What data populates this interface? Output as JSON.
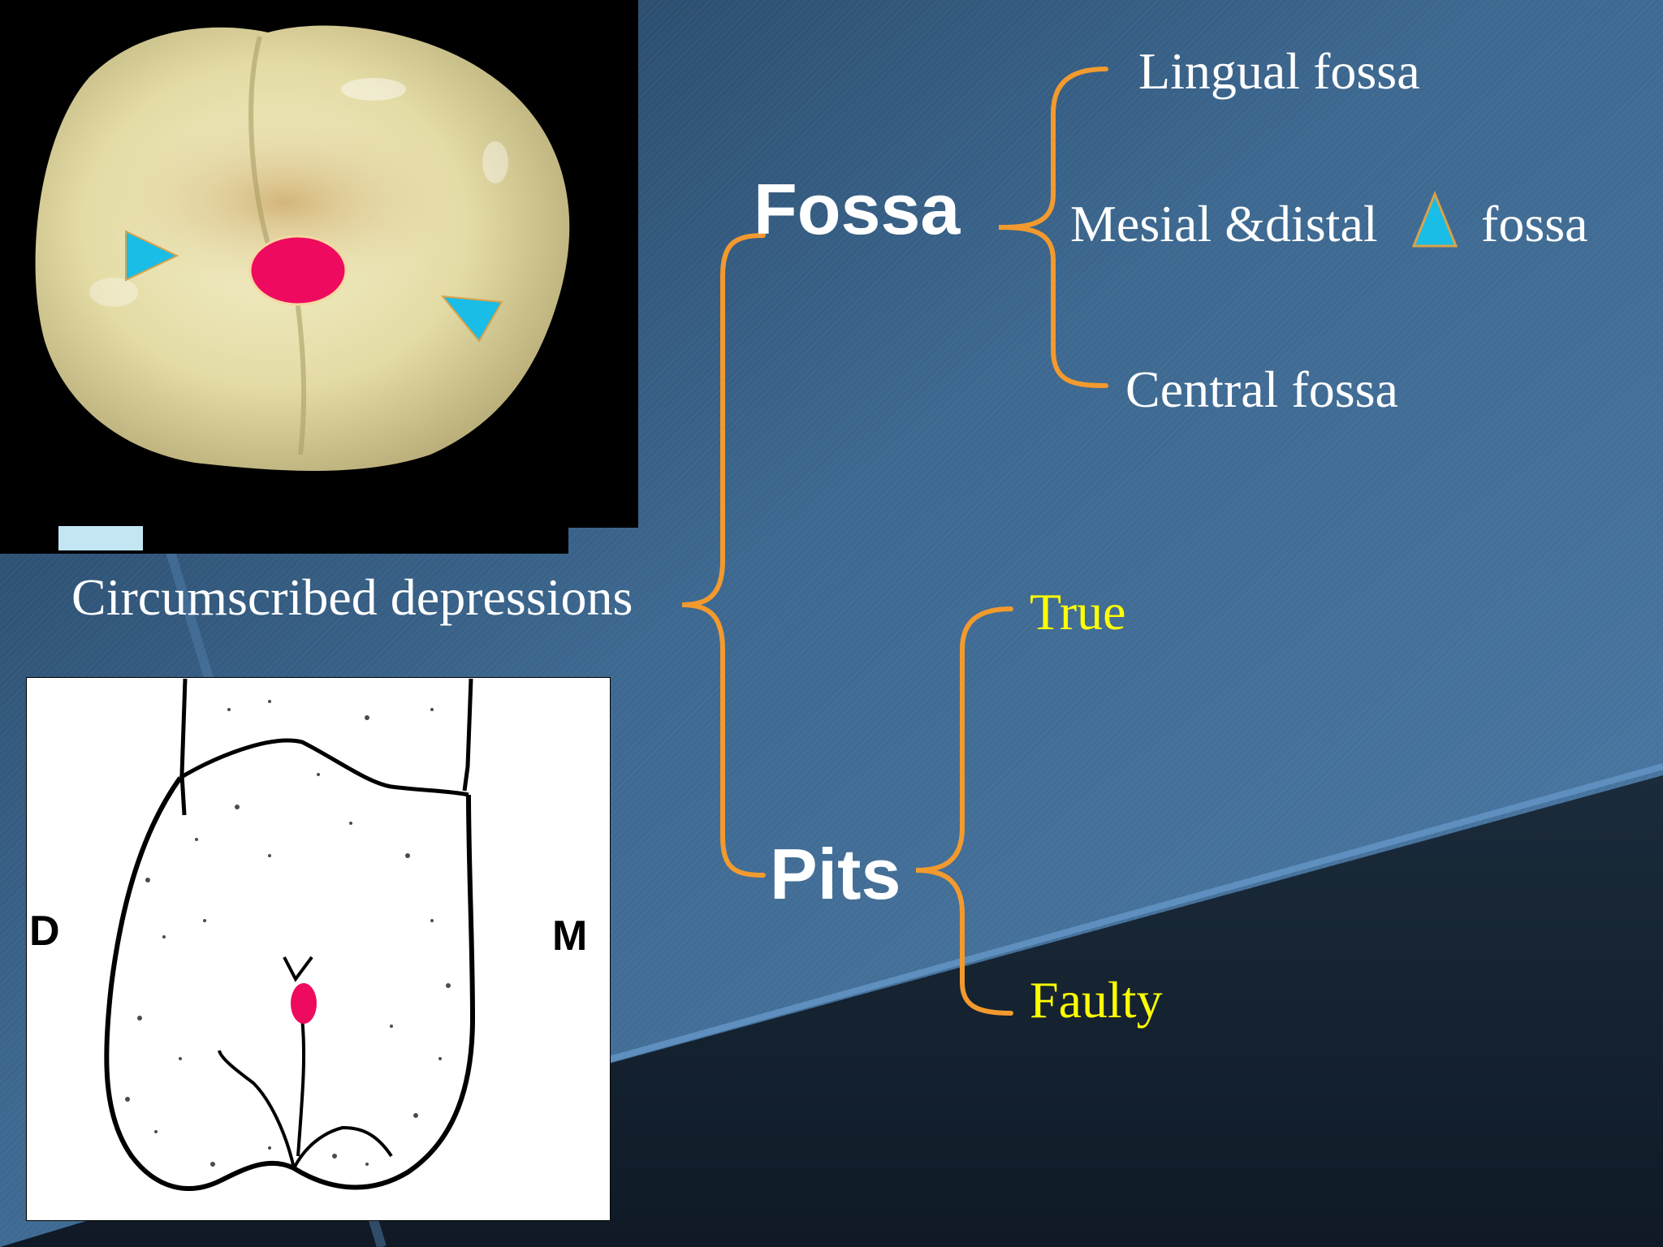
{
  "diagram": {
    "root": "Circumscribed depressions",
    "branches": [
      {
        "label": "Fossa",
        "children": [
          "Lingual fossa",
          "Mesial &distal",
          "fossa",
          "Central fossa"
        ]
      },
      {
        "label": "Pits",
        "children": [
          "True",
          "Faulty"
        ]
      }
    ]
  },
  "figures": {
    "drawing_left_mark": "D",
    "drawing_right_mark": "M"
  },
  "colors": {
    "background_top": "#3f6a92",
    "background_bottom": "#121e2b",
    "bracket": "#f39a2e",
    "marker_pink": "#ee0a5f",
    "marker_cyan": "#19bde6",
    "label_yellow": "#ffff00",
    "label_white": "#ffffff"
  },
  "icons": {
    "fossa_marker": "cyan-triangle-icon",
    "pit_marker": "pink-oval-icon"
  }
}
